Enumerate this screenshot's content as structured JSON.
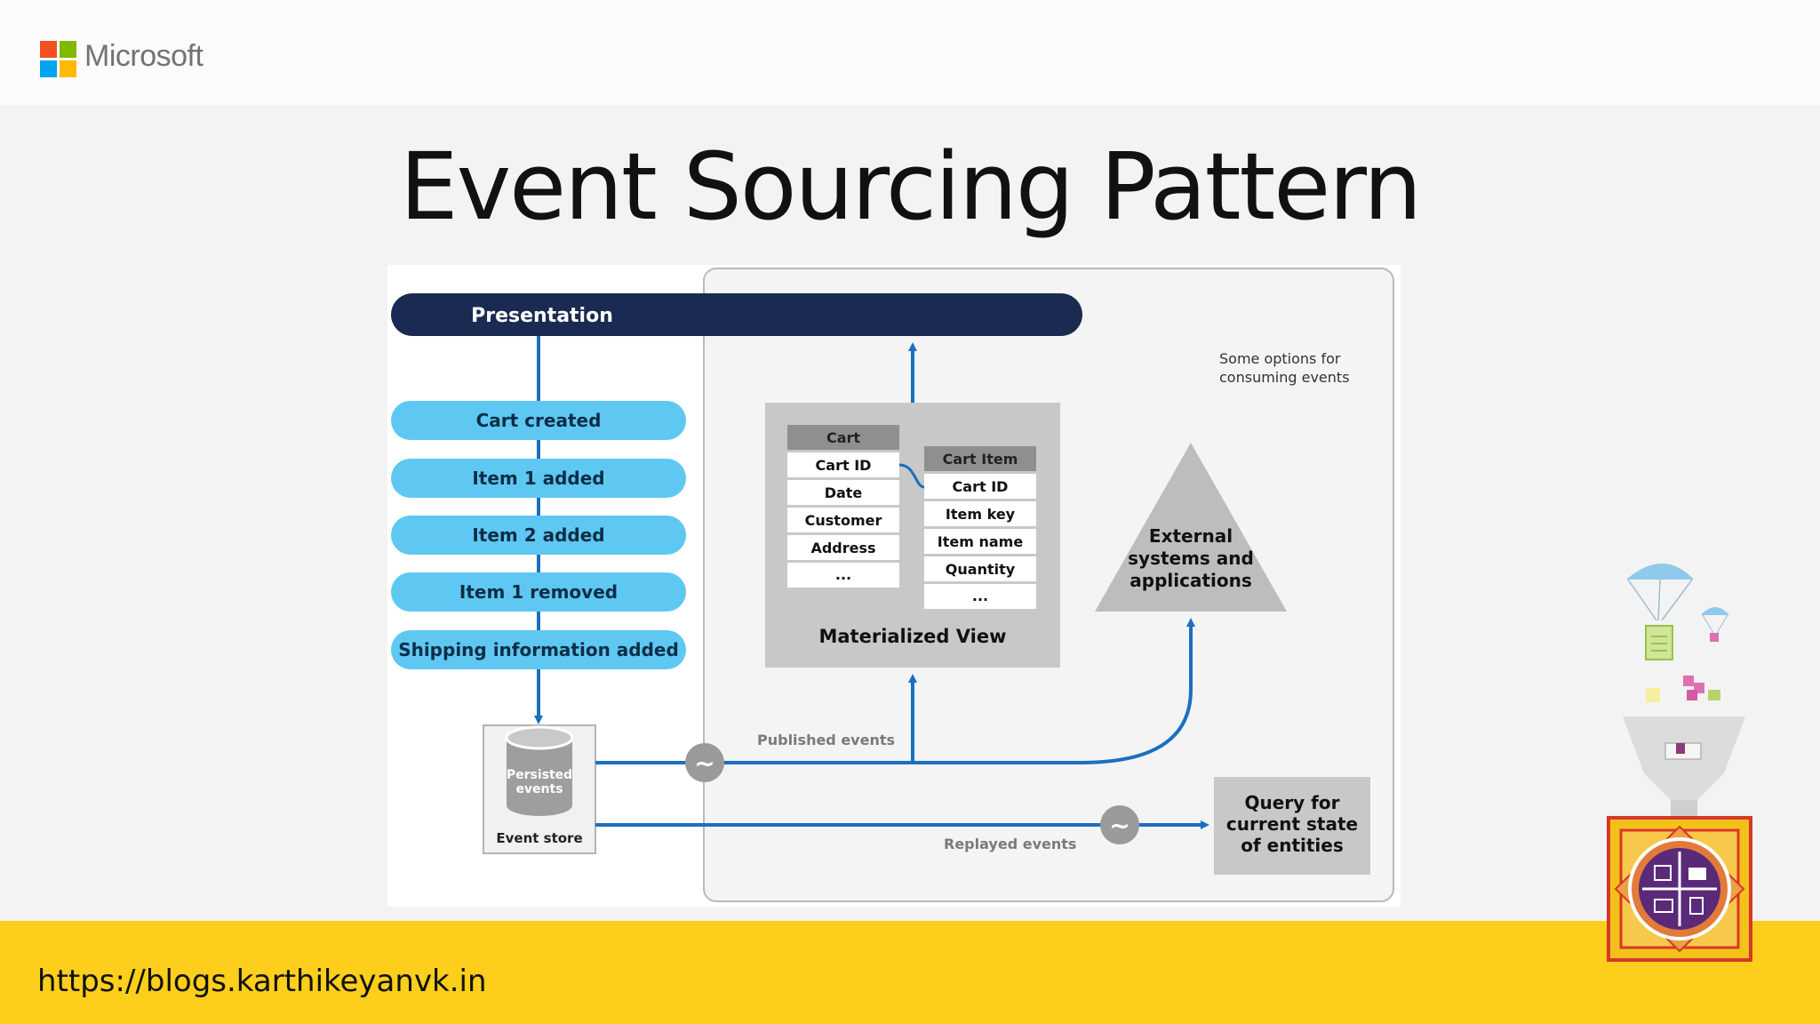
{
  "header": {
    "brand": "Microsoft"
  },
  "slide": {
    "title": "Event Sourcing Pattern"
  },
  "diagram": {
    "presentation": "Presentation",
    "events": [
      "Cart created",
      "Item 1 added",
      "Item 2 added",
      "Item 1 removed",
      "Shipping information added"
    ],
    "event_store": {
      "cylinder_label_1": "Persisted",
      "cylinder_label_2": "events",
      "caption": "Event store"
    },
    "consuming_note_1": "Some options for",
    "consuming_note_2": "consuming events",
    "cart_table": {
      "header": "Cart",
      "rows": [
        "Cart ID",
        "Date",
        "Customer",
        "Address",
        "..."
      ]
    },
    "cart_item_table": {
      "header": "Cart Item",
      "rows": [
        "Cart ID",
        "Item key",
        "Item name",
        "Quantity",
        "..."
      ]
    },
    "materialized_view": "Materialized View",
    "external": [
      "External",
      "systems and",
      "applications"
    ],
    "published_events": "Published events",
    "replayed_events": "Replayed events",
    "query": [
      "Query for",
      "current state",
      "of entities"
    ],
    "colors": {
      "presentation_bar": "#1a2a52",
      "event_pill": "#5ec8f2",
      "arrow": "#1a6fc0",
      "grey_box": "#c8c8c8"
    }
  },
  "footer": {
    "url": "https://blogs.karthikeyanvk.in"
  }
}
